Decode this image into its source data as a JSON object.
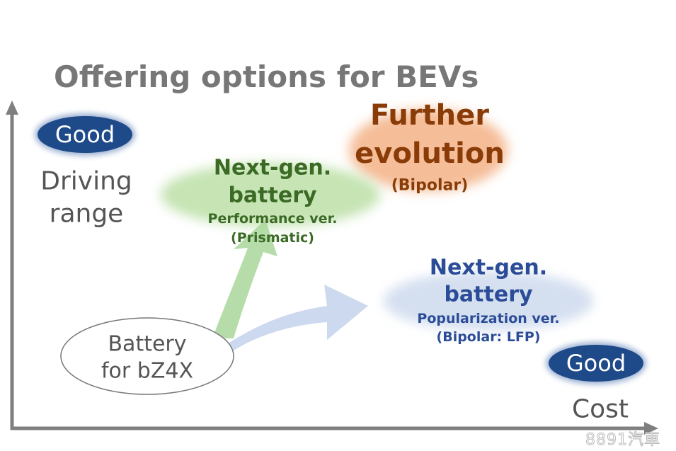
{
  "title": "Offering options for BEVs",
  "y_axis": {
    "badge": "Good",
    "label_line1": "Driving",
    "label_line2": "range"
  },
  "x_axis": {
    "badge": "Good",
    "label": "Cost"
  },
  "current": {
    "line1": "Battery",
    "line2": "for bZ4X"
  },
  "performance": {
    "line1": "Next-gen.",
    "line2": "battery",
    "line3": "Performance ver.",
    "line4": "(Prismatic)"
  },
  "further": {
    "line1": "Further",
    "line2": "evolution",
    "line3": "(Bipolar)"
  },
  "popularization": {
    "line1": "Next-gen.",
    "line2": "battery",
    "line3": "Popularization ver.",
    "line4": "(Bipolar: LFP)"
  },
  "watermark": "8891汽車",
  "colors": {
    "axis": "#7f7f7f",
    "badge": "#1e4a8a",
    "green": "#3b6a25",
    "orange": "#8a3c08",
    "blue": "#2b4c96"
  }
}
